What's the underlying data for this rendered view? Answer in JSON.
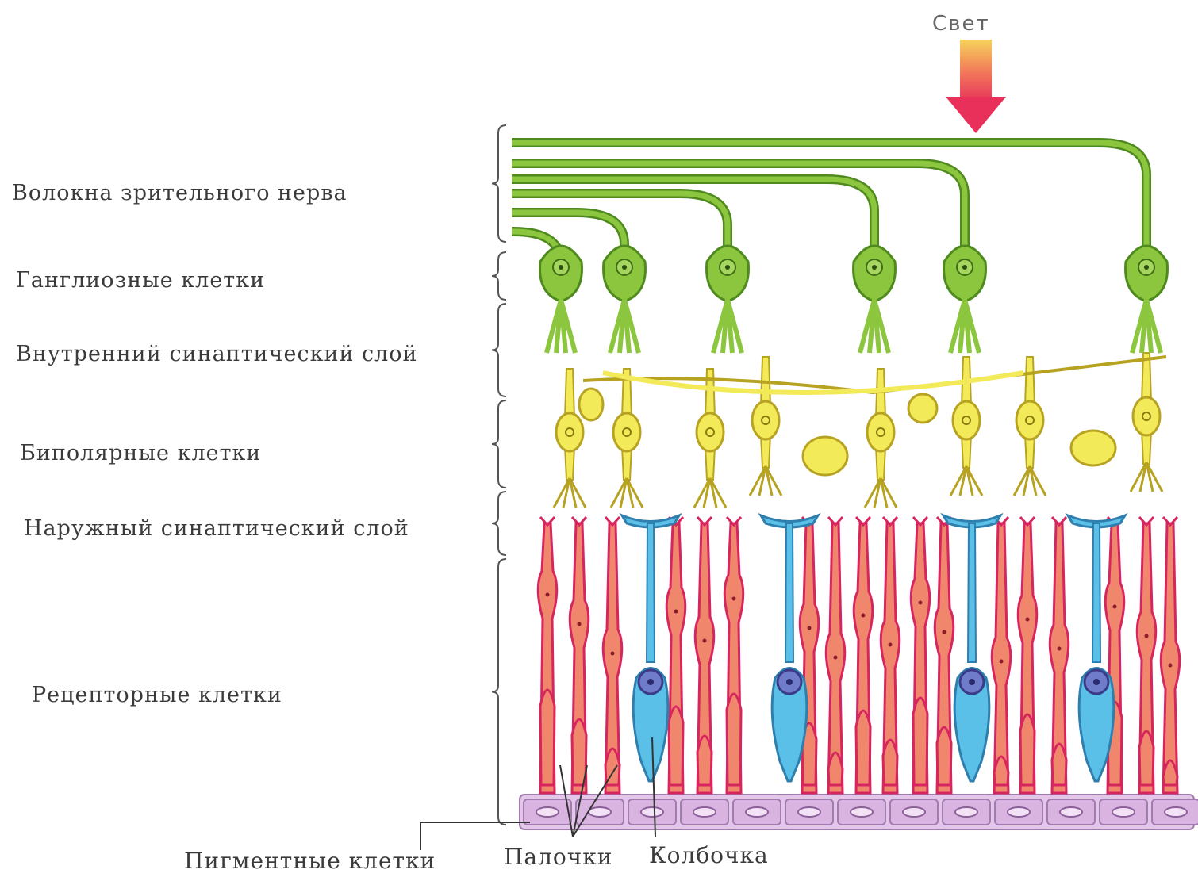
{
  "light_label": "Свет",
  "layers": [
    {
      "id": "optic-fibers",
      "label": "Волокна зрительного нерва"
    },
    {
      "id": "ganglion",
      "label": "Ганглиозные клетки"
    },
    {
      "id": "inner-synaptic",
      "label": "Внутренний синаптический слой"
    },
    {
      "id": "bipolar",
      "label": "Биполярные клетки"
    },
    {
      "id": "outer-synaptic",
      "label": "Наружный синаптический слой"
    },
    {
      "id": "receptor",
      "label": "Рецепторные клетки"
    }
  ],
  "bottom_labels": {
    "pigment": "Пигментные клетки",
    "rods": "Палочки",
    "cone": "Колбочка"
  },
  "colors": {
    "ganglion": "#8cc63f",
    "ganglion_outline": "#4f8a1e",
    "bipolar": "#f3ea5a",
    "bipolar_outline": "#b7a321",
    "rod": "#f0866c",
    "rod_outline": "#c24a5a",
    "rod_stroke": "#d7265f",
    "cone": "#5bc0e8",
    "cone_outline": "#2f7fae",
    "pigment": "#e4c6ea",
    "pigment_outline": "#a27bb0",
    "arrow_top": "#f6d35b",
    "arrow_bottom": "#e8305a"
  }
}
